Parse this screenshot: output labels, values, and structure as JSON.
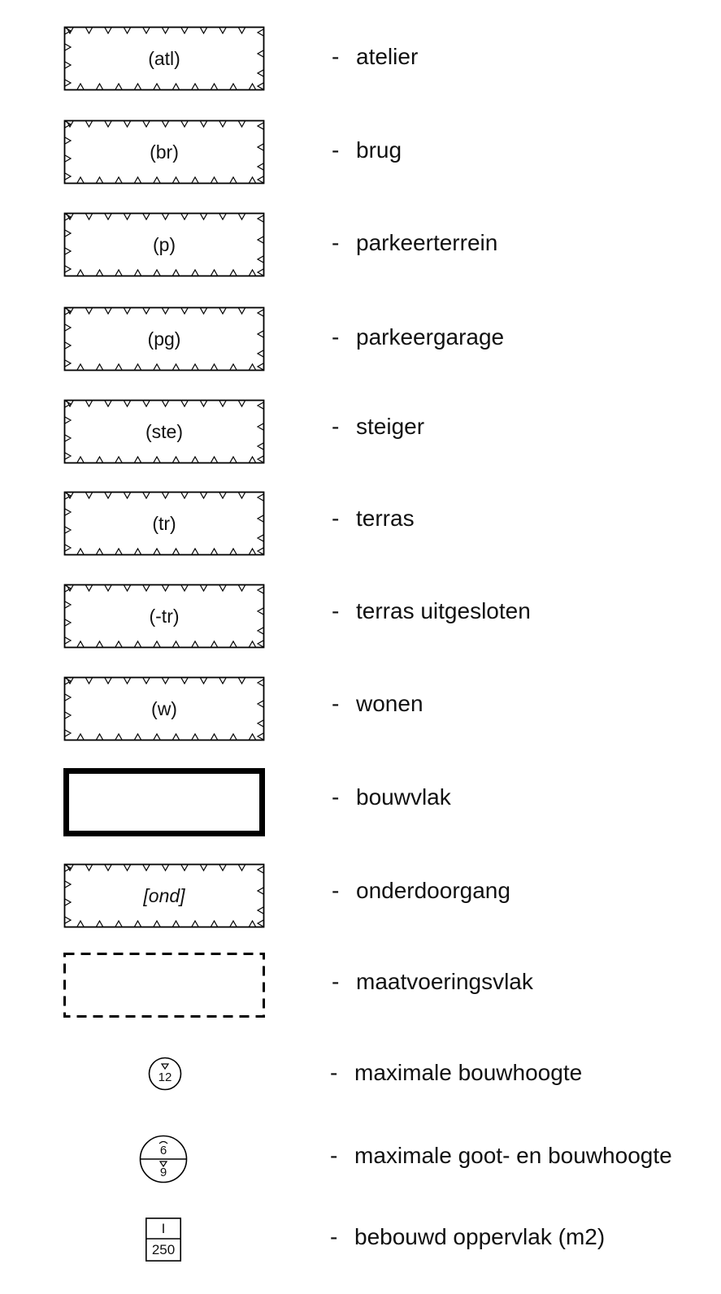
{
  "legend": {
    "items": [
      {
        "code": "(atl)",
        "description": "atelier"
      },
      {
        "code": "(br)",
        "description": "brug"
      },
      {
        "code": "(p)",
        "description": "parkeerterrein"
      },
      {
        "code": "(pg)",
        "description": "parkeergarage"
      },
      {
        "code": "(ste)",
        "description": "steiger"
      },
      {
        "code": "(tr)",
        "description": "terras"
      },
      {
        "code": "(-tr)",
        "description": "terras uitgesloten"
      },
      {
        "code": "(w)",
        "description": "wonen"
      },
      {
        "code": "",
        "description": "bouwvlak"
      },
      {
        "code": "[ond]",
        "description": "onderdoorgang"
      },
      {
        "code": "",
        "description": "maatvoeringsvlak"
      },
      {
        "code": "12",
        "description": "maximale bouwhoogte"
      },
      {
        "code_top": "6",
        "code_bottom": "9",
        "description": "maximale goot- en bouwhoogte"
      },
      {
        "code_top": "I",
        "code_bottom": "250",
        "description": "bebouwd oppervlak (m2)"
      }
    ],
    "dash": "-"
  }
}
